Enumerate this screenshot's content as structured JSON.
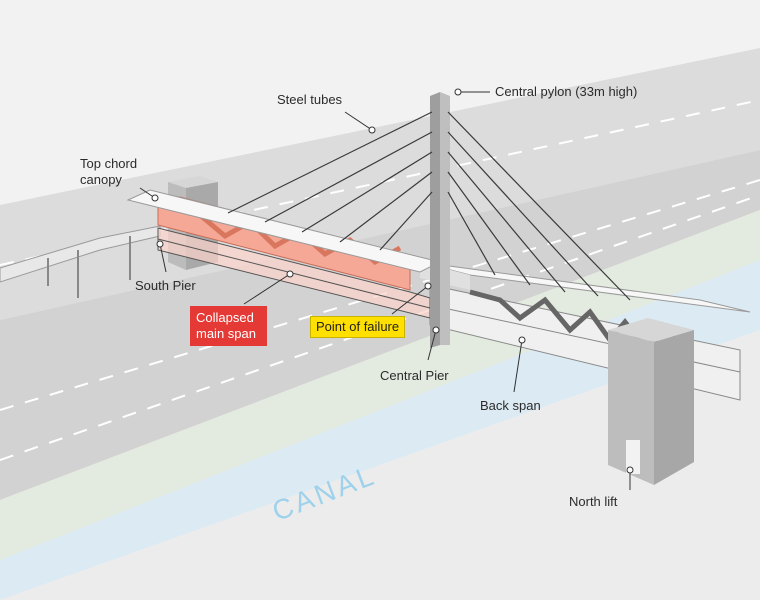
{
  "labels": {
    "steel_tubes": "Steel tubes",
    "central_pylon": "Central pylon (33m high)",
    "top_chord": "Top chord canopy",
    "south_pier": "South Pier",
    "collapsed_main_span": "Collapsed main span",
    "point_of_failure": "Point of failure",
    "central_pier": "Central Pier",
    "back_span": "Back span",
    "north_lift": "North lift",
    "canal": "CANAL"
  },
  "colors": {
    "collapsed": "#f0917a",
    "failure_tag": "#ffe000",
    "collapsed_tag": "#e53935",
    "canal": "#dbeaf3",
    "grass": "#e3eadf",
    "road": "#d4d4d4"
  }
}
